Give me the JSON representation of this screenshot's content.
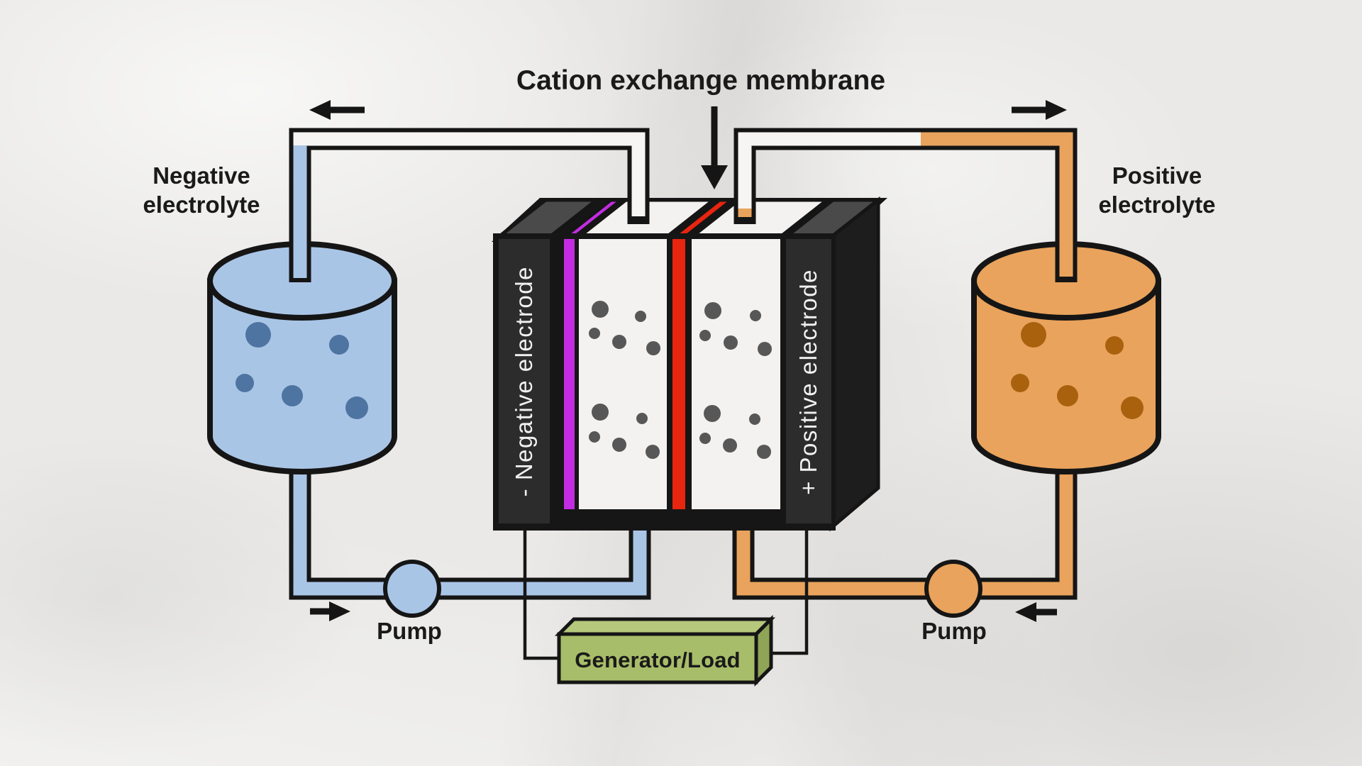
{
  "title": "Cation exchange membrane",
  "left_tank": {
    "label_line1": "Negative",
    "label_line2": "electrolyte"
  },
  "right_tank": {
    "label_line1": "Positive",
    "label_line2": "electrolyte"
  },
  "cell": {
    "negative_electrode_label": "- Negative electrode",
    "positive_electrode_label": "+ Positive electrode"
  },
  "pumps": {
    "left_label": "Pump",
    "right_label": "Pump"
  },
  "generator": {
    "label": "Generator/Load"
  },
  "flow_arrows": {
    "top_left_direction": "left",
    "top_right_direction": "right",
    "bottom_left_direction": "right",
    "bottom_right_direction": "left",
    "membrane_pointer_direction": "down"
  },
  "colors": {
    "negative_electrolyte": "#a9c5e6",
    "negative_dots": "#4e74a1",
    "positive_electrolyte": "#e9a35c",
    "positive_dots": "#a9610e",
    "membrane_red": "#e8250f",
    "separator_magenta": "#c32ce2",
    "electrode_front": "#2c2c2c",
    "electrode_top": "#4a4a4a",
    "electrode_side": "#1d1d1d",
    "chamber_white": "#f4f2f0",
    "chamber_dots": "#575757",
    "pipe_empty": "#f6f5f3",
    "generator_front": "#a8bd69",
    "generator_top": "#b6c87c",
    "generator_side": "#8fa457",
    "outline": "#151515"
  }
}
